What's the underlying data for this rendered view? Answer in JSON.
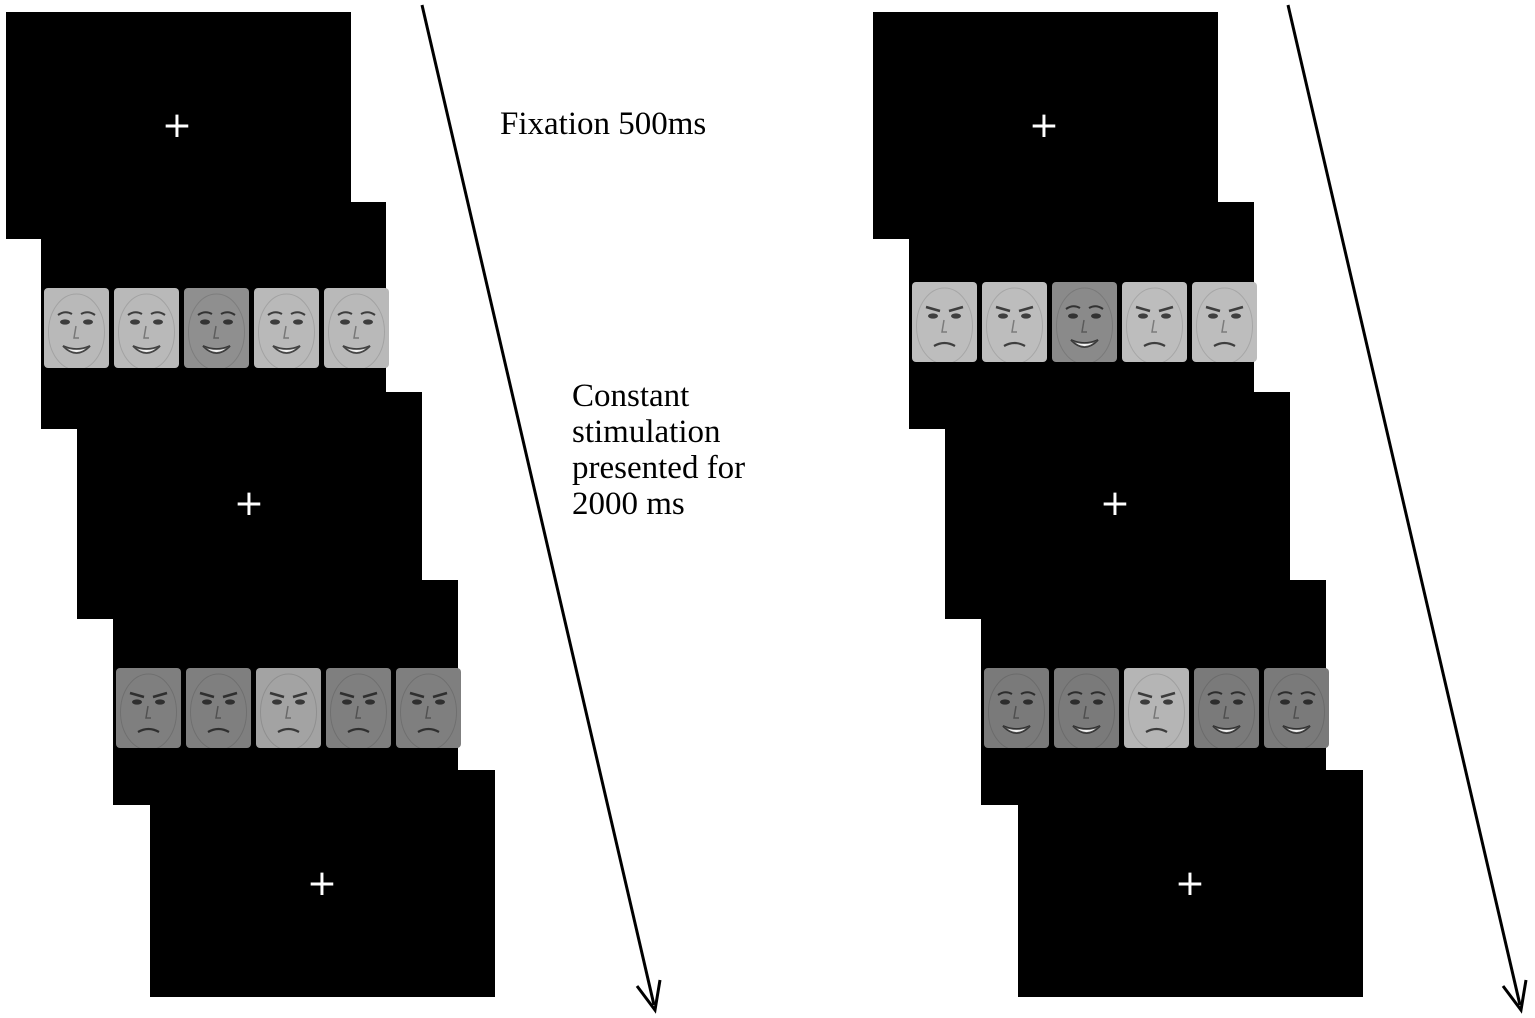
{
  "labels": {
    "fixation": "Fixation 500ms",
    "stimulation": "Constant\nstimulation\npresented for\n2000 ms"
  },
  "fixation_symbol": "+",
  "sequences": [
    {
      "name": "left-sequence",
      "face_rows": [
        {
          "expressions": [
            "happy",
            "happy",
            "happy",
            "happy",
            "happy"
          ],
          "tones": [
            "#b9b9b9",
            "#b9b9b9",
            "#8f8f8f",
            "#b9b9b9",
            "#b9b9b9"
          ]
        },
        {
          "expressions": [
            "angry",
            "angry",
            "angry",
            "angry",
            "angry"
          ],
          "tones": [
            "#7f7f7f",
            "#7f7f7f",
            "#a3a3a3",
            "#7f7f7f",
            "#7f7f7f"
          ]
        }
      ]
    },
    {
      "name": "right-sequence",
      "face_rows": [
        {
          "expressions": [
            "angry",
            "angry",
            "happy",
            "angry",
            "angry"
          ],
          "tones": [
            "#bdbdbd",
            "#bdbdbd",
            "#8a8a8a",
            "#bdbdbd",
            "#bdbdbd"
          ]
        },
        {
          "expressions": [
            "happy",
            "happy",
            "angry",
            "happy",
            "happy"
          ],
          "tones": [
            "#7a7a7a",
            "#7a7a7a",
            "#b5b5b5",
            "#7a7a7a",
            "#7a7a7a"
          ]
        }
      ]
    }
  ],
  "colors": {
    "panel": "#000000",
    "cross": "#ffffff",
    "arrow": "#000000"
  }
}
